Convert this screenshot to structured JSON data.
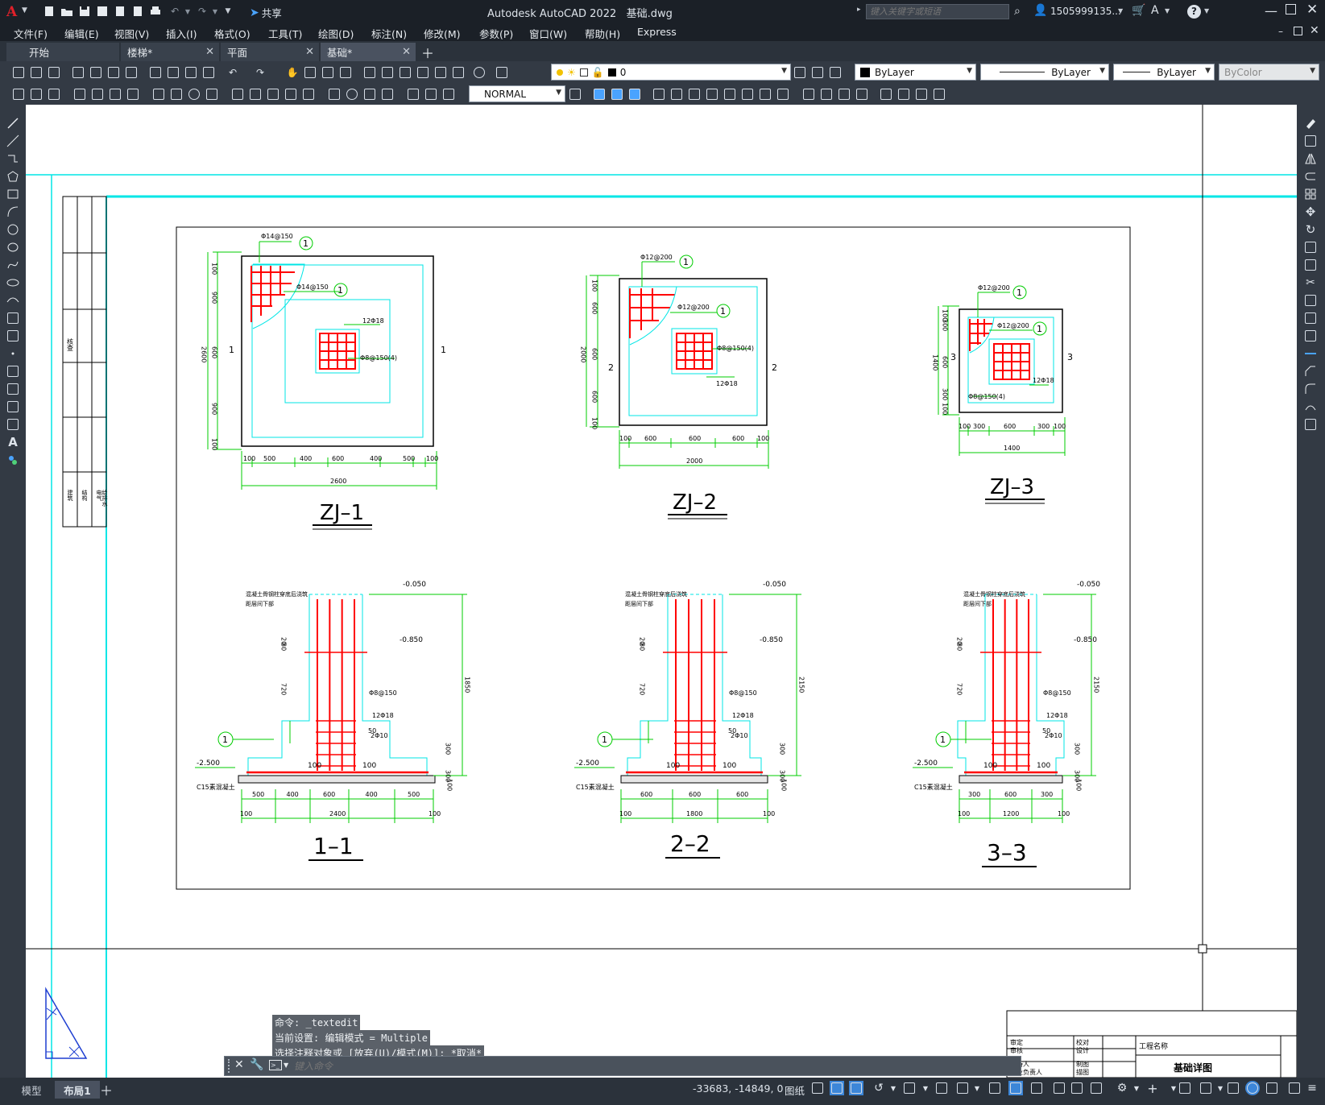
{
  "titlebar": {
    "app_title": "Autodesk AutoCAD 2022",
    "file_name": "基础.dwg",
    "share_label": "共享",
    "search_placeholder": "键入关键字或短语",
    "user_name": "1505999135...",
    "help_label": "?"
  },
  "menubar": {
    "items": [
      "文件(F)",
      "编辑(E)",
      "视图(V)",
      "插入(I)",
      "格式(O)",
      "工具(T)",
      "绘图(D)",
      "标注(N)",
      "修改(M)",
      "参数(P)",
      "窗口(W)",
      "帮助(H)",
      "Express"
    ]
  },
  "tabs": [
    {
      "label": "开始",
      "active": false
    },
    {
      "label": "楼梯*",
      "active": false
    },
    {
      "label": "平面",
      "active": false
    },
    {
      "label": "基础*",
      "active": true
    }
  ],
  "toolbar": {
    "layer_value": "0",
    "color_value": "ByLayer",
    "linetype_value": "ByLayer",
    "lineweight_value": "ByLayer",
    "plotstyle_value": "ByColor",
    "textstyle_value": "NORMAL"
  },
  "drawing": {
    "plans": [
      {
        "title": "ZJ–1",
        "rebar_outer": "Φ14@150",
        "rebar_inner": "Φ14@150",
        "column_main": "12Φ18",
        "column_stirrup": "Φ8@150(4)",
        "marker": "1",
        "section_mark": "1",
        "bottom_dims": [
          "100",
          "500",
          "400",
          "600",
          "400",
          "500",
          "100"
        ],
        "total": "2600",
        "left_dims": [
          "100",
          "900",
          "600",
          "900",
          "100"
        ],
        "left_total": "2600"
      },
      {
        "title": "ZJ–2",
        "rebar_outer": "Φ12@200",
        "rebar_inner": "Φ12@200",
        "column_main": "12Φ18",
        "column_stirrup": "Φ8@150(4)",
        "marker": "1",
        "section_mark": "2",
        "bottom_dims": [
          "100",
          "600",
          "600",
          "600",
          "100"
        ],
        "total": "2000",
        "left_dims": [
          "100",
          "600",
          "600",
          "600",
          "100"
        ],
        "left_total": "2000"
      },
      {
        "title": "ZJ–3",
        "rebar_outer": "Φ12@200",
        "rebar_inner": "Φ12@200",
        "column_main": "12Φ18",
        "column_stirrup": "Φ8@150(4)",
        "marker": "1",
        "section_mark": "3",
        "bottom_dims": [
          "100",
          "300",
          "600",
          "300",
          "100"
        ],
        "total": "1400",
        "left_dims": [
          "100",
          "300",
          "600",
          "300",
          "100"
        ],
        "left_total": "1400"
      }
    ],
    "sections": [
      {
        "title": "1–1",
        "note1": "混凝土骨钢柱穿底后浇筑",
        "note2": "距层间下部",
        "elev_top": "-0.050",
        "elev_mid": "-0.850",
        "elev_bottom": "-2.500",
        "stirrup": "Φ8@150",
        "main": "12Φ18",
        "tie": "2Φ10",
        "bed": "C15素混凝土",
        "marker": "1",
        "dim_a": "80",
        "dim_b": "20",
        "dim_c": "720",
        "dim_d": "50",
        "dim_e": "300",
        "dim_f": "100",
        "dim_g": "300",
        "height": "1850",
        "inner_left": "100",
        "inner_right": "100",
        "bottom_dims": [
          "500",
          "400",
          "600",
          "400",
          "500"
        ],
        "total": "2400",
        "edge": "100"
      },
      {
        "title": "2–2",
        "note1": "混凝土骨钢柱穿底后浇筑",
        "note2": "距层间下部",
        "elev_top": "-0.050",
        "elev_mid": "-0.850",
        "elev_bottom": "-2.500",
        "stirrup": "Φ8@150",
        "main": "12Φ18",
        "tie": "2Φ10",
        "bed": "C15素混凝土",
        "marker": "1",
        "dim_a": "80",
        "dim_b": "20",
        "dim_c": "720",
        "dim_d": "50",
        "dim_e": "300",
        "dim_f": "100",
        "dim_g": "300",
        "height": "2150",
        "inner_left": "100",
        "inner_right": "100",
        "bottom_dims": [
          "600",
          "600",
          "600"
        ],
        "total": "1800",
        "edge": "100"
      },
      {
        "title": "3–3",
        "note1": "混凝土骨钢柱穿底后浇筑",
        "note2": "距层间下部",
        "elev_top": "-0.050",
        "elev_mid": "-0.850",
        "elev_bottom": "-2.500",
        "stirrup": "Φ8@150",
        "main": "12Φ18",
        "tie": "2Φ10",
        "bed": "C15素混凝土",
        "marker": "1",
        "dim_a": "80",
        "dim_b": "20",
        "dim_c": "720",
        "dim_d": "50",
        "dim_e": "300",
        "dim_f": "100",
        "dim_g": "300",
        "height": "2150",
        "inner_left": "100",
        "inner_right": "100",
        "bottom_dims": [
          "300",
          "600",
          "300"
        ],
        "total": "1200",
        "edge": "100"
      }
    ],
    "left_block": {
      "label_top": "核查",
      "labels": [
        "建筑",
        "结构",
        "电气",
        "给排水"
      ]
    },
    "title_block": {
      "project_label": "工程名称",
      "drawing_name": "基础详图",
      "rows": [
        "审定",
        "审核",
        "主持人",
        "专业负责人"
      ],
      "rows2": [
        "校对",
        "设计",
        "制图",
        "描图"
      ]
    }
  },
  "command": {
    "history": [
      "命令: _textedit",
      "当前设置: 编辑模式 = Multiple",
      "选择注释对象或 [放弃(U)/模式(M)]: *取消*"
    ],
    "placeholder": "键入命令"
  },
  "status": {
    "layout_tabs": [
      {
        "label": "模型",
        "active": false
      },
      {
        "label": "布局1",
        "active": true
      }
    ],
    "coords": "-33683, -14849, 0",
    "space": "图纸"
  },
  "colors": {
    "accent_cyan": "#00ffff",
    "rebar_red": "#ff0000",
    "dim_green": "#00cc00",
    "panel": "#333a44",
    "active_tab": "#4a5260"
  }
}
